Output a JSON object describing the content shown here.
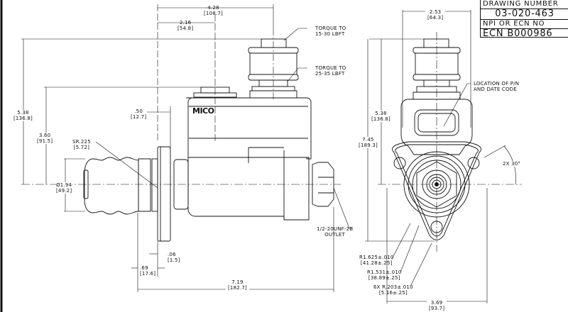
{
  "title_block": {
    "drawing_number_label": "DRAWING NUMBER",
    "drawing_number": "03-020-463",
    "npi_label": "NPI OR ECN NO",
    "ecn": "ECN B000986"
  },
  "brand": "MICO",
  "side_view": {
    "dim_overall_to_cap": {
      "in": "4.28",
      "mm": "[108.7]"
    },
    "dim_to_port": {
      "in": "2.16",
      "mm": "[54.8]"
    },
    "torque_cap": {
      "line1": "TORQUE TO",
      "line2": "15-30 LBFT"
    },
    "torque_reservoir": {
      "line1": "TORQUE TO",
      "line2": "25-35 LBFT"
    },
    "height_total": {
      "in": "5.38",
      "mm": "[136.8]"
    },
    "height_port": {
      "in": "3.60",
      "mm": "[91.5]"
    },
    "dim_50": {
      "in": ".50",
      "mm": "[12.7]"
    },
    "sphere_radius": {
      "in": "SR.225",
      "mm": "[5.72]"
    },
    "boot_diameter": {
      "in": "Ø1.94",
      "mm": "[49.2]"
    },
    "flange_thk": {
      "in": ".06",
      "mm": "[1.5]"
    },
    "boot_offset": {
      "in": ".69",
      "mm": "[17.6]"
    },
    "overall_length": {
      "in": "7.19",
      "mm": "[182.7]"
    },
    "outlet": {
      "line1": "1/2-20UNF-2B",
      "line2": "OUTLET"
    }
  },
  "end_view": {
    "width_top": {
      "in": "2.53",
      "mm": "[64.3]"
    },
    "pn_location": {
      "line1": "LOCATION OF P/N",
      "line2": "AND DATE CODE"
    },
    "height_total": {
      "in": "5.38",
      "mm": "[136.8]"
    },
    "height_flange": {
      "in": "7.45",
      "mm": "[189.3]"
    },
    "angle": "2X 30°",
    "r1": {
      "in": "R1.625±.010",
      "mm": "[41.28±.25]"
    },
    "r2": {
      "in": "R1.531±.010",
      "mm": "[38.89±.25]"
    },
    "r3": {
      "in": "6X R.203±.010",
      "mm": "[5.16±.25]"
    },
    "flange_width": {
      "in": "3.69",
      "mm": "[93.7]"
    }
  }
}
